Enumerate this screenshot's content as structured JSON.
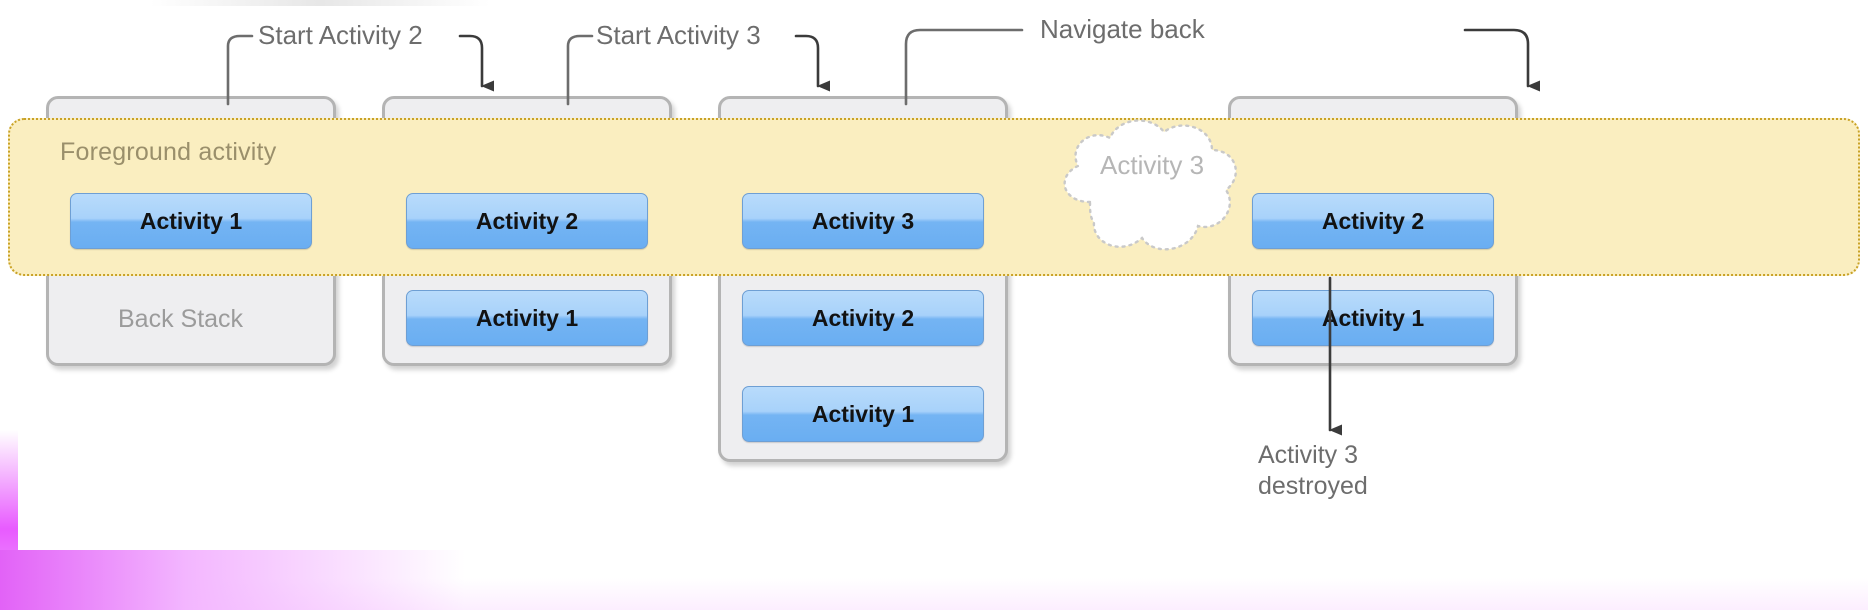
{
  "diagram": {
    "title": "Android activity back stack navigation",
    "foreground_band_label": "Foreground activity",
    "back_stack_label": "Back Stack",
    "colors": {
      "foreground_band_fill": "#faeec0",
      "foreground_band_border": "#c9a227",
      "stack_fill": "#eeeef0",
      "stack_border": "#b4b4b4",
      "chip_top": "#b8dbfb",
      "chip_bottom": "#6aaef2",
      "chip_border": "#6e9fd4",
      "label_gray": "#6d6d6d",
      "muted_gray": "#b6b6b6",
      "arrow_stroke": "#3b3b3b"
    },
    "transitions": [
      {
        "id": "start-activity-2",
        "label": "Start Activity 2"
      },
      {
        "id": "start-activity-3",
        "label": "Start Activity 3"
      },
      {
        "id": "navigate-back",
        "label": "Navigate back"
      }
    ],
    "stacks": [
      {
        "id": "stack-1",
        "activities": [
          "Activity 1"
        ],
        "has_back_stack_label": true
      },
      {
        "id": "stack-2",
        "activities": [
          "Activity 2",
          "Activity 1"
        ],
        "has_back_stack_label": false
      },
      {
        "id": "stack-3",
        "activities": [
          "Activity 3",
          "Activity 2",
          "Activity 1"
        ],
        "has_back_stack_label": false
      },
      {
        "id": "stack-4",
        "activities": [
          "Activity 2",
          "Activity 1"
        ],
        "has_back_stack_label": false
      }
    ],
    "cloud": {
      "label": "Activity 3"
    },
    "destroyed_note": "Activity 3\ndestroyed"
  }
}
